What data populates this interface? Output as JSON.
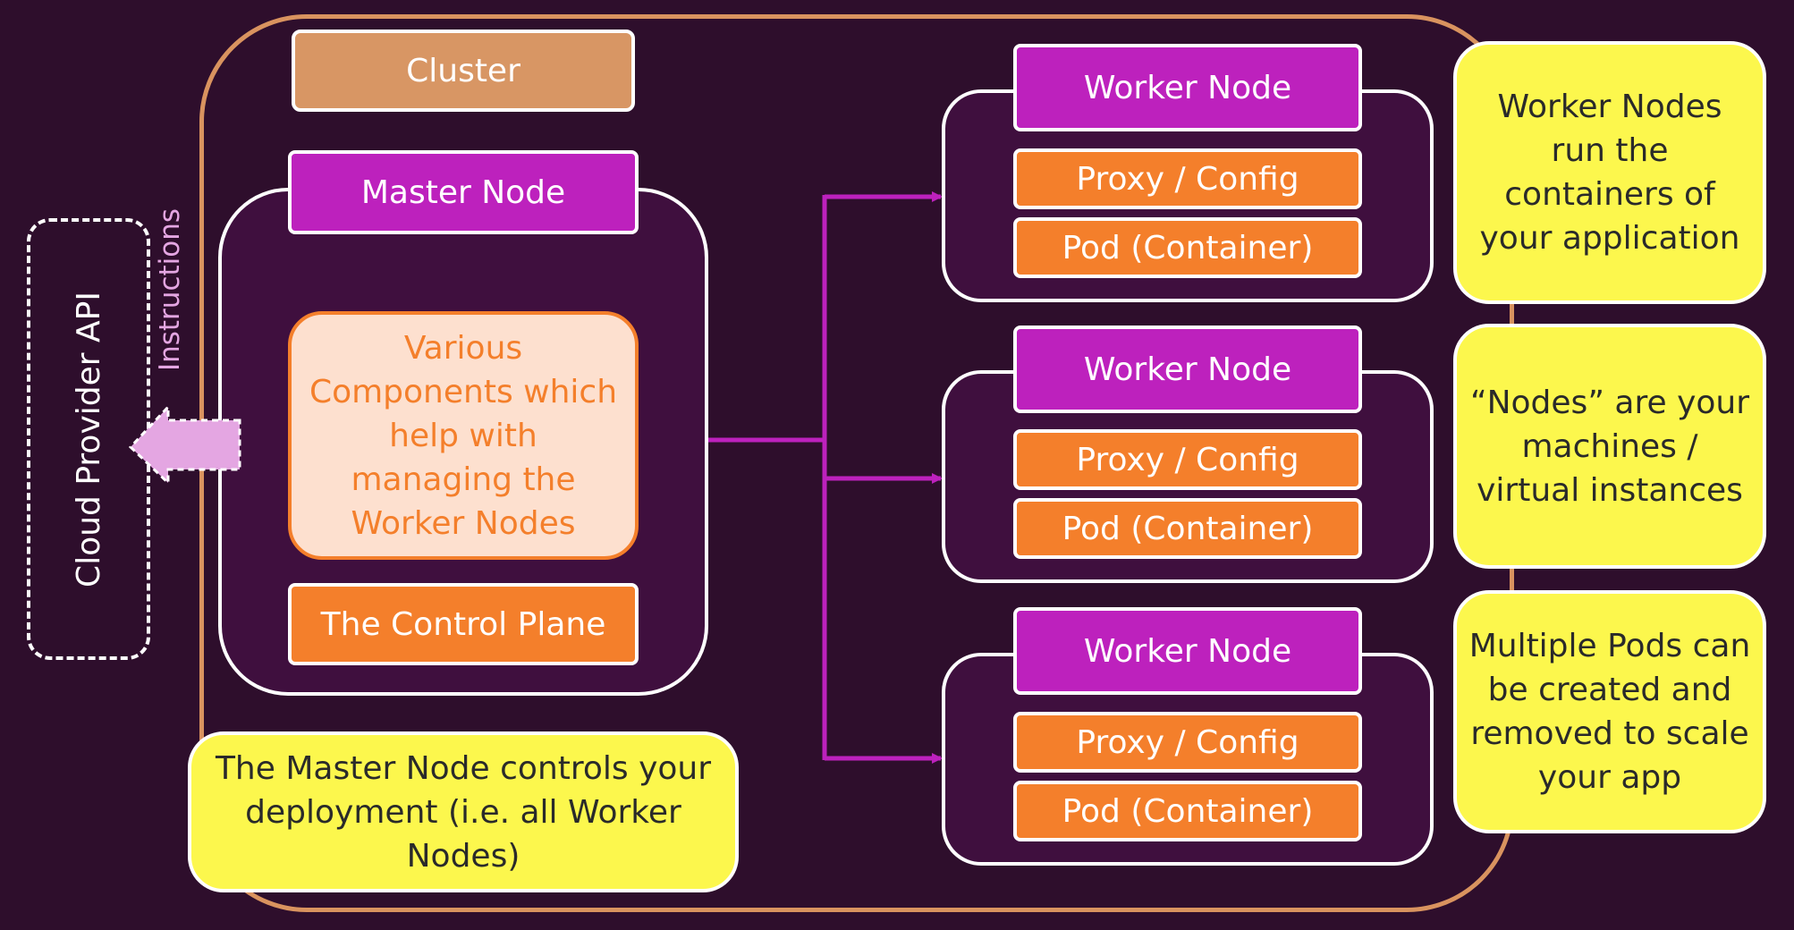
{
  "cluster": {
    "label": "Cluster"
  },
  "cloud_provider": {
    "label": "Cloud Provider API",
    "arrow_label": "Instructions"
  },
  "master": {
    "label": "Master Node",
    "components_text": "Various Components which help with managing the Worker Nodes",
    "control_plane_label": "The Control Plane"
  },
  "workers": [
    {
      "label": "Worker Node",
      "proxy": "Proxy / Config",
      "pod": "Pod (Container)"
    },
    {
      "label": "Worker Node",
      "proxy": "Proxy / Config",
      "pod": "Pod (Container)"
    },
    {
      "label": "Worker Node",
      "proxy": "Proxy / Config",
      "pod": "Pod (Container)"
    }
  ],
  "notes": {
    "master": "The Master Node controls your deployment (i.e. all Worker Nodes)",
    "worker_nodes": "Worker Nodes run the containers of your application",
    "nodes": "“Nodes” are your machines / virtual instances",
    "pods": "Multiple Pods can be created and removed to scale your app"
  },
  "colors": {
    "background": "#2e0e2c",
    "cluster_border": "#d9935f",
    "node_purple": "#bd21bd",
    "component_orange": "#f47f2b",
    "note_yellow": "#fcf74d",
    "connector": "#bd21bd",
    "instruction_arrow": "#e4a6e2"
  }
}
